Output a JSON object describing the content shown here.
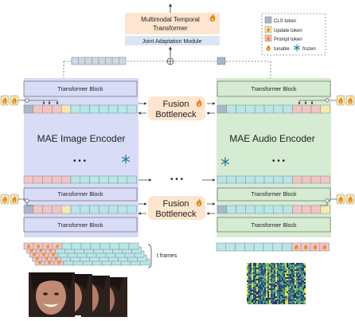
{
  "top": {
    "temporal_transformer": [
      "Multimodal Temporal",
      "Transformer"
    ],
    "adaptation_module": "Joint Adaptation Module"
  },
  "legend": {
    "items": [
      "CLS token",
      "Update token",
      "Prompt token",
      "tunable",
      "frozen"
    ]
  },
  "image_encoder": {
    "title": "MAE Image Encoder",
    "blocks": [
      "Transformer Block",
      "Transformer Block",
      "Transformer Block"
    ],
    "ellipsis": "• • •"
  },
  "audio_encoder": {
    "title": "MAE Audio Encoder",
    "blocks": [
      "Transformer Block",
      "Transformer Block",
      "Transformer Block"
    ],
    "ellipsis": "• • •"
  },
  "fusion": {
    "top": [
      "Fusion",
      "Bottleneck"
    ],
    "bottom": [
      "Fusion",
      "Bottleneck"
    ],
    "between": "• • •"
  },
  "frames_label": "t frames",
  "colors": {
    "image_bg": "#d9dcf7",
    "audio_bg": "#d6ecd2",
    "fusion": "#fde5cf",
    "top_box": "#fde5cf",
    "adapt_box": "#dbe5f3",
    "patch": "#b9e6e6",
    "cls": "#a9b7c7",
    "prompt": "#f2c4c4",
    "update": "#f7e9b0",
    "flame": "#e8821e",
    "snow": "#1f7a9a"
  }
}
